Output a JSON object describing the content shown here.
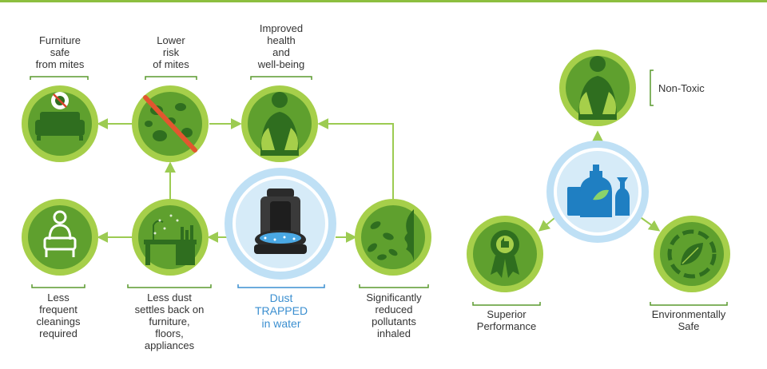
{
  "labels": {
    "furniture": [
      "Furniture",
      "safe",
      "from mites"
    ],
    "lower_risk": [
      "Lower",
      "risk",
      "of mites"
    ],
    "improved": [
      "Improved",
      "health",
      "and",
      "well-being"
    ],
    "less_freq": [
      "Less",
      "frequent",
      "cleanings",
      "required"
    ],
    "less_dust": [
      "Less dust",
      "settles back on",
      "furniture,",
      "floors,",
      "appliances"
    ],
    "dust_trapped": [
      "Dust",
      "TRAPPED",
      "in water"
    ],
    "reduced": [
      "Significantly",
      "reduced",
      "pollutants",
      "inhaled"
    ],
    "non_toxic": "Non-Toxic",
    "superior": [
      "Superior",
      "Performance"
    ],
    "env_safe": [
      "Environmentally",
      "Safe"
    ]
  },
  "colors": {
    "green_dark": "#3f8a2a",
    "green_mid": "#6aa832",
    "green_light": "#a6cf4a",
    "blue_ring": "#bfe0f5",
    "blue_text": "#3b8fd0",
    "arrow": "#9ccb52"
  },
  "icons": [
    "couch-icon",
    "mites-icon",
    "lungs-icon",
    "reading-person-icon",
    "desk-icon",
    "water-vacuum-icon",
    "leaves-face-icon",
    "cleaning-products-icon",
    "award-ribbon-icon",
    "recycle-leaf-icon"
  ]
}
